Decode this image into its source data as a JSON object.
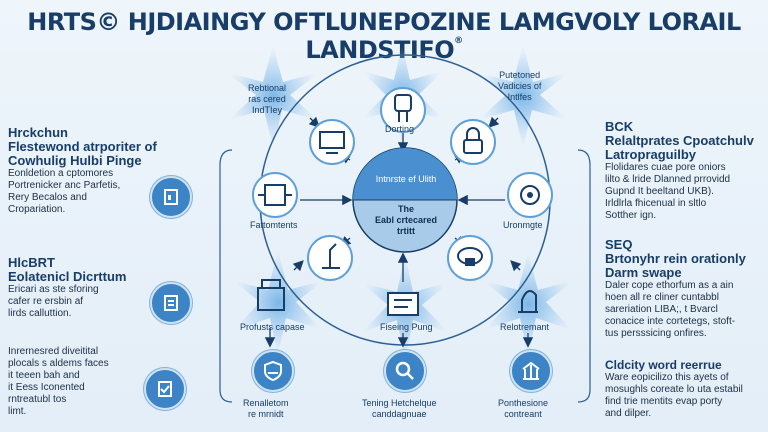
{
  "title": "HRTS© HJDIAINGY OFTLUNEPOZINE LAMGVOLY LORAIL LANDSTIFO",
  "title_mark": "®",
  "center": {
    "top": "Intnrste ef Ulith",
    "bottom_line1": "The",
    "bottom_line2": "Eabl crtecared",
    "bottom_line3": "trtitt"
  },
  "top_left_label": [
    "Rebtional",
    "ras cered",
    "IndTIey"
  ],
  "top_right_label": [
    "Putetoned",
    "Vadicies of",
    "Intlfes"
  ],
  "nodes": {
    "dorting": "Dorting",
    "fattomtents": "Fattomtents",
    "uronmgte": "Uronmgte",
    "profusts": "Profusts capase",
    "fiseing": "Fiseing Pung",
    "relotremant": "Relotremant"
  },
  "bottom": {
    "left": [
      "Renalletom",
      "re mrnidt"
    ],
    "center": [
      "Tening Hetchelque",
      "canddagnuae"
    ],
    "right": [
      "Ponthesione",
      "contreant"
    ]
  },
  "left_panels": [
    {
      "h": [
        "Hrckchun",
        "Flestewond atrporiter of",
        "Cowhulig Hulbi Pinge"
      ],
      "body": [
        "Eonldetion a cptomores",
        "Portrenicker anc Parfetis,",
        "Rery Becalos and",
        "Cropariation."
      ]
    },
    {
      "h": [
        "HlcBRT",
        "Eolatenicl Dicrttum"
      ],
      "body": [
        "Ericari as ste sforing",
        "cafer re ersbin af",
        "lirds calluttion."
      ]
    },
    {
      "h": [],
      "body": [
        "Inrernesred diveitital",
        "plocals s aldems faces",
        "it teeen bah and",
        "it Eess Iconented",
        "rntreatubl tos",
        "limt."
      ]
    }
  ],
  "right_panels": [
    {
      "h": [
        "BCK",
        "Relaltprates Cpoatchulv",
        "Latropraguilby"
      ],
      "body": [
        "Flolidares cuae pore oniors",
        "lilto & lride Dlanned prrovidd",
        "Gupnd It beeltand UKB).",
        "Irldlrla fhicenual in sltlo",
        "Sotther ign."
      ]
    },
    {
      "h": [
        "SEQ",
        "Brtonyhr rein orationly",
        "Darm swape"
      ],
      "body": [
        "Daler cope ethorfum as a ain",
        "hoen all re cliner cuntabbl",
        "sareriation LIBA;, t Bvarcl",
        "conacice inte cortetegs, stoft-",
        "tus persssicing onfires."
      ]
    },
    {
      "h": [
        "Cldcity word reerrue"
      ],
      "body": [
        "Ware eopicilizo this ayets of",
        "mosughls coreate lo uta estabil",
        "find trie mentits evap porty",
        "and dilper."
      ]
    }
  ],
  "colors": {
    "accent": "#3c84c6",
    "dark": "#173d68",
    "center_top": "#4a90d0",
    "center_bottom": "#a9cbea"
  }
}
